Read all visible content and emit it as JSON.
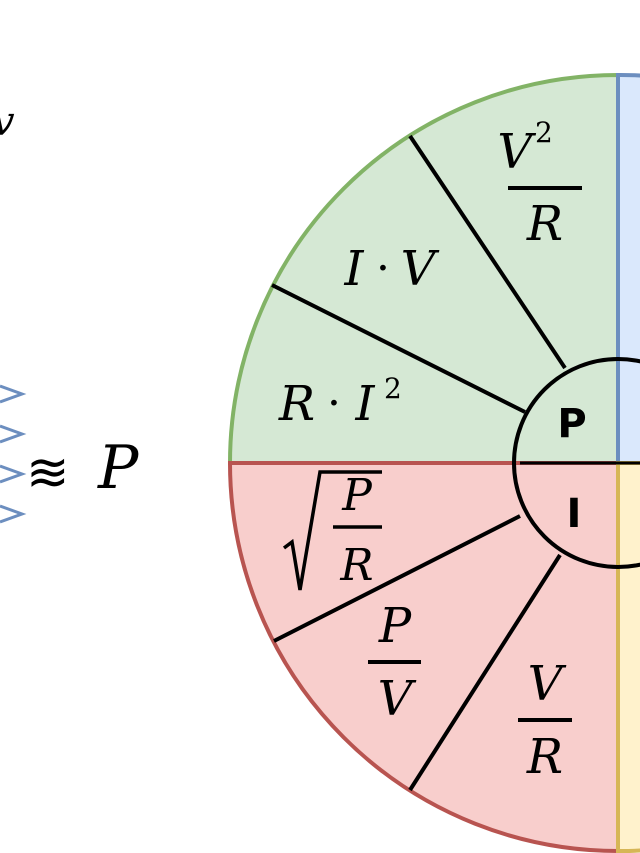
{
  "left_fragment": {
    "glyph": "v",
    "power_symbol": "≋",
    "power_label": "P"
  },
  "colors": {
    "power_fill": "#d5e8d4",
    "power_stroke": "#82b366",
    "current_fill": "#f8cecc",
    "current_stroke": "#b85450",
    "voltage_fill": "#dae8fc",
    "voltage_stroke": "#6c8ebf",
    "resistance_fill": "#fff2cc",
    "resistance_stroke": "#d6b656",
    "arrow": "#6c8ebf"
  },
  "hub": {
    "power": "P",
    "current": "I"
  },
  "power_formulas": [
    {
      "id": "v2-over-r",
      "num_base": "V",
      "num_exp": "2",
      "den": "R"
    },
    {
      "id": "i-times-v",
      "left": "I",
      "dot": "·",
      "right": "V"
    },
    {
      "id": "r-times-i2",
      "left": "R",
      "dot": "·",
      "right": "I",
      "exp": "2"
    }
  ],
  "current_formulas": [
    {
      "id": "sqrt-p-over-r",
      "num": "P",
      "den": "R"
    },
    {
      "id": "p-over-v",
      "num": "P",
      "den": "V"
    },
    {
      "id": "v-over-r",
      "num": "V",
      "den": "R"
    }
  ]
}
